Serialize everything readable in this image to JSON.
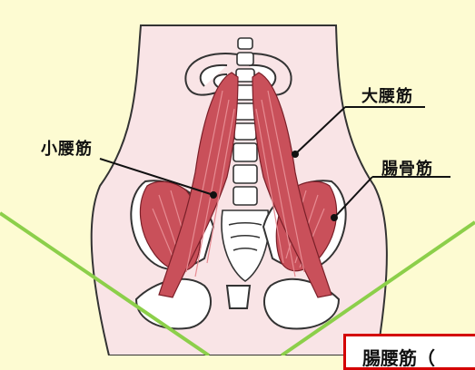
{
  "labels": {
    "psoas_minor": "小腰筋",
    "psoas_major": "大腰筋",
    "iliacus": "腸骨筋"
  },
  "caption": "腸腰筋（",
  "colors": {
    "background": "#fdfbd2",
    "body_fill": "#f9e4e6",
    "muscle": "#c9505a",
    "muscle_light": "#e78b92",
    "bone": "#ffffff",
    "outline": "#222222",
    "green_line": "#8ccf4a",
    "caption_border": "#d40000"
  }
}
